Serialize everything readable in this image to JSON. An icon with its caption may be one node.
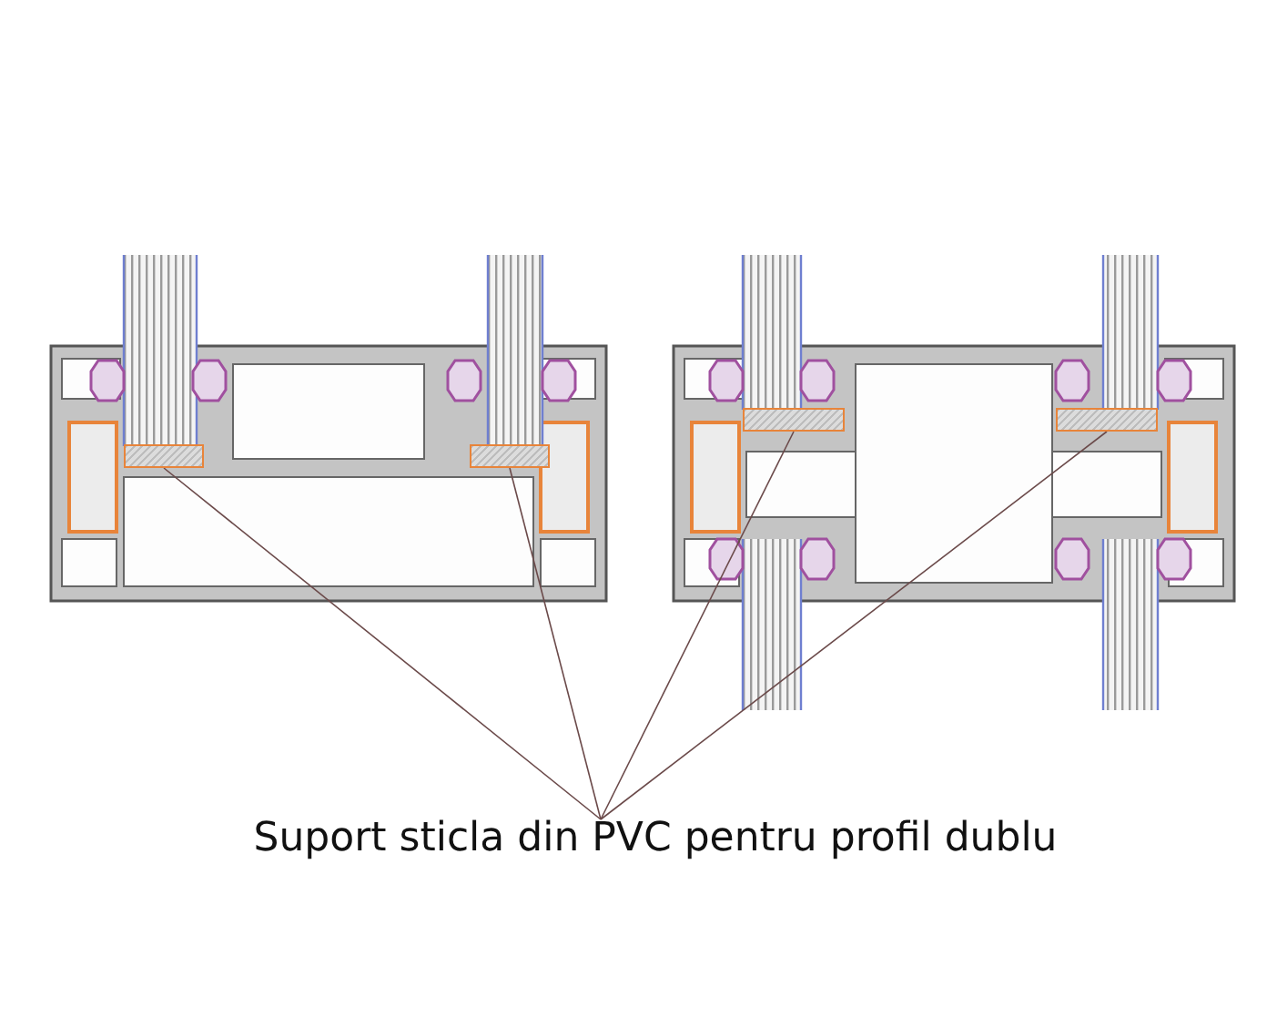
{
  "diagram": {
    "nodes": [
      {
        "text": [
          "Suport sticla din PVC pentru profil dublu"
        ]
      },
      {
        "text": [],
        "shape": "bar"
      },
      {
        "text": [],
        "shape": "bar"
      },
      {
        "text": [],
        "shape": "bar"
      },
      {
        "text": [],
        "shape": "bar"
      }
    ],
    "edges": [
      {
        "from": 0,
        "to": 1,
        "arrow": "none"
      },
      {
        "from": 0,
        "to": 2,
        "arrow": "none"
      },
      {
        "from": 0,
        "to": 3,
        "arrow": "none"
      },
      {
        "from": 0,
        "to": 4,
        "arrow": "none"
      }
    ]
  }
}
